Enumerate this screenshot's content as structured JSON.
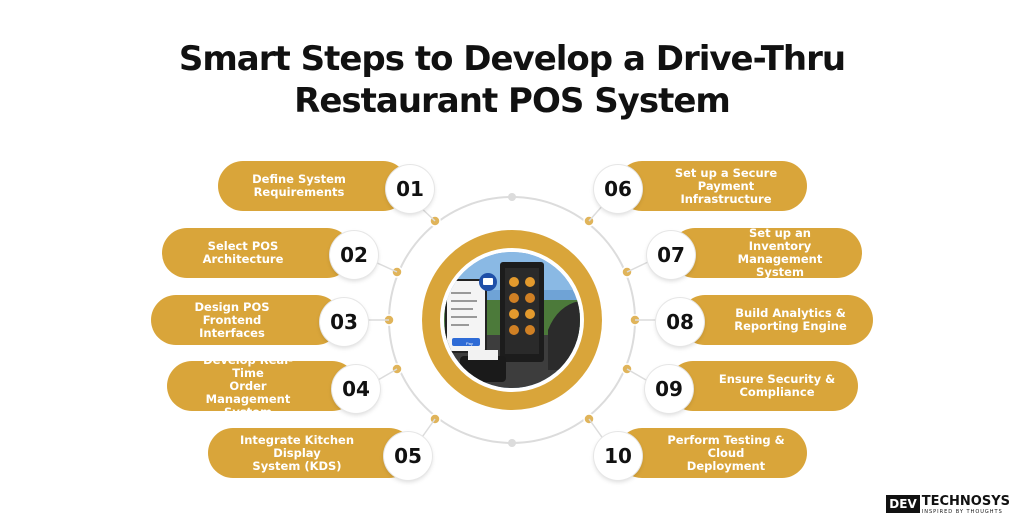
{
  "title_lines": [
    "Smart Steps to Develop a Drive-Thru",
    "Restaurant POS System"
  ],
  "colors": {
    "accent": "#d9a53a",
    "ring": "#dcdcdc",
    "dot": "#e0b45a"
  },
  "center_image": {
    "icon": "pos-terminal-drive-thru-photo",
    "button_label": "Pay"
  },
  "steps_left": [
    {
      "num": "01",
      "label": "Define System\nRequirements"
    },
    {
      "num": "02",
      "label": "Select POS Architecture"
    },
    {
      "num": "03",
      "label": "Design POS Frontend\nInterfaces"
    },
    {
      "num": "04",
      "label": "Develop Real-Time\nOrder Management\nSystem"
    },
    {
      "num": "05",
      "label": "Integrate Kitchen Display\nSystem (KDS)"
    }
  ],
  "steps_right": [
    {
      "num": "06",
      "label": "Set up a Secure\nPayment\nInfrastructure"
    },
    {
      "num": "07",
      "label": "Set up an Inventory\nManagement System"
    },
    {
      "num": "08",
      "label": "Build Analytics &\nReporting Engine"
    },
    {
      "num": "09",
      "label": "Ensure Security &\nCompliance"
    },
    {
      "num": "10",
      "label": "Perform Testing &\nCloud Deployment"
    }
  ],
  "brand": {
    "box": "DEV",
    "word": "TECHNOSYS",
    "tagline": "INSPIRED BY THOUGHTS"
  }
}
